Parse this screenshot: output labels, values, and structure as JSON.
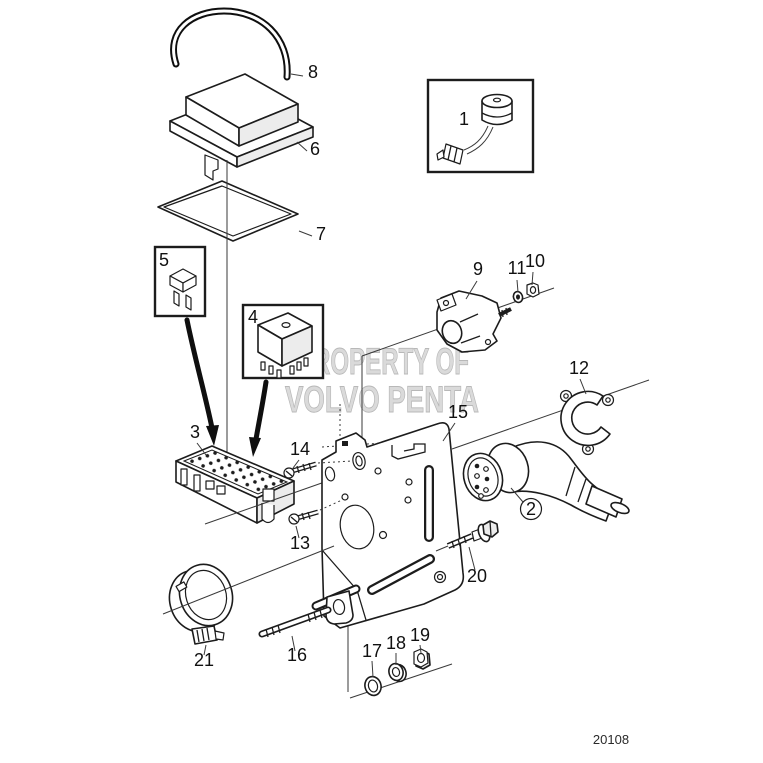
{
  "diagram": {
    "watermark_line1": "PROPERTY OF",
    "watermark_line2": "VOLVO PENTA",
    "drawing_number": "20108"
  },
  "parts": {
    "p1": {
      "label": "1"
    },
    "p2": {
      "label": "2"
    },
    "p3": {
      "label": "3"
    },
    "p4": {
      "label": "4"
    },
    "p5": {
      "label": "5"
    },
    "p6": {
      "label": "6"
    },
    "p7": {
      "label": "7"
    },
    "p8": {
      "label": "8"
    },
    "p9": {
      "label": "9"
    },
    "p10": {
      "label": "10"
    },
    "p11": {
      "label": "11"
    },
    "p12": {
      "label": "12"
    },
    "p13": {
      "label": "13"
    },
    "p14": {
      "label": "14"
    },
    "p15": {
      "label": "15"
    },
    "p16": {
      "label": "16"
    },
    "p17": {
      "label": "17"
    },
    "p18": {
      "label": "18"
    },
    "p19": {
      "label": "19"
    },
    "p20": {
      "label": "20"
    },
    "p21": {
      "label": "21"
    }
  }
}
